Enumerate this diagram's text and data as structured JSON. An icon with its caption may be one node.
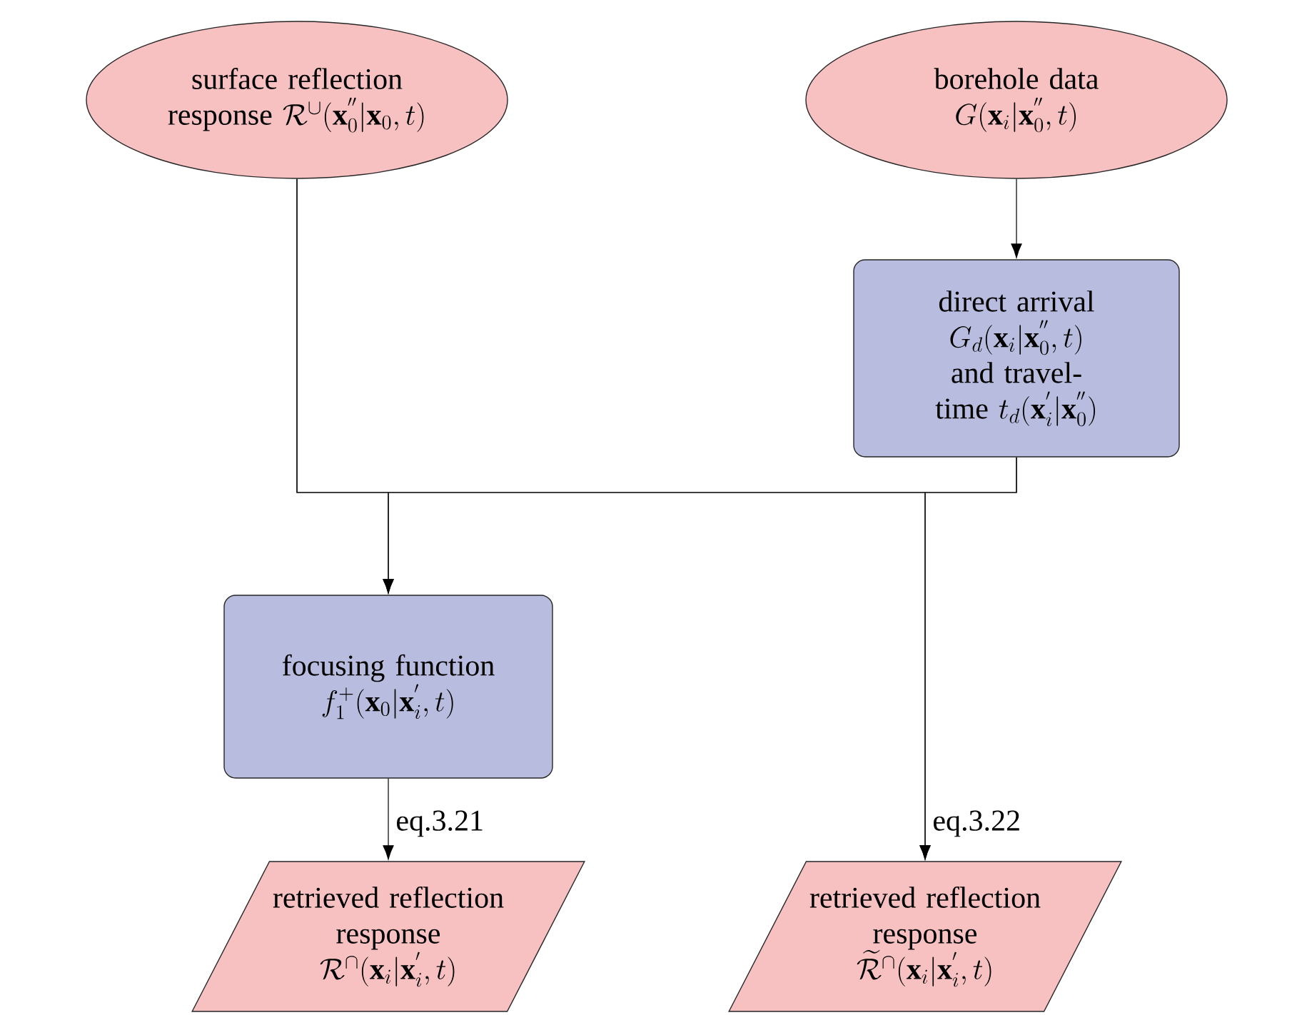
{
  "diagram": {
    "nodes": [
      {
        "text": [
          "surface reflection response",
          "\\mathcal{R}^{\\cup}(\\mathbf{x}_0^{''}|\\mathbf{x}_0,t)"
        ]
      },
      {
        "text": [
          "borehole data",
          "G(\\mathbf{x}_i|\\mathbf{x}_0^{''},t)"
        ]
      },
      {
        "text": [
          "direct arrival",
          "G_d(\\mathbf{x}_i|\\mathbf{x}_0^{''},t)",
          "and travel-time",
          "t_d(\\mathbf{x}_i^{'}|\\mathbf{x}_0^{''})"
        ]
      },
      {
        "text": [
          "focusing function",
          "f_1^{+}(\\mathbf{x}_0|\\mathbf{x}_i^{'},t)"
        ]
      },
      {
        "text": [
          "retrieved reflection response",
          "\\mathcal{R}^{\\cap}(\\mathbf{x}_i|\\mathbf{x}_i^{'},t)"
        ]
      },
      {
        "text": [
          "retrieved reflection response",
          "\\widetilde{\\mathcal{R}}^{\\cap}(\\mathbf{x}_i|\\mathbf{x}_i^{'},t)"
        ]
      }
    ],
    "edges": [
      {
        "from": 1,
        "to": 2,
        "arrow": "to"
      },
      {
        "from": 0,
        "to": 3,
        "arrow": "to"
      },
      {
        "from": 2,
        "to": 3,
        "arrow": "to"
      },
      {
        "from": 0,
        "to": 5,
        "arrow": "to"
      },
      {
        "from": 2,
        "to": 5,
        "arrow": "to",
        "label": "eq.3.22"
      },
      {
        "from": 3,
        "to": 4,
        "arrow": "to",
        "label": "eq.3.21"
      }
    ]
  }
}
